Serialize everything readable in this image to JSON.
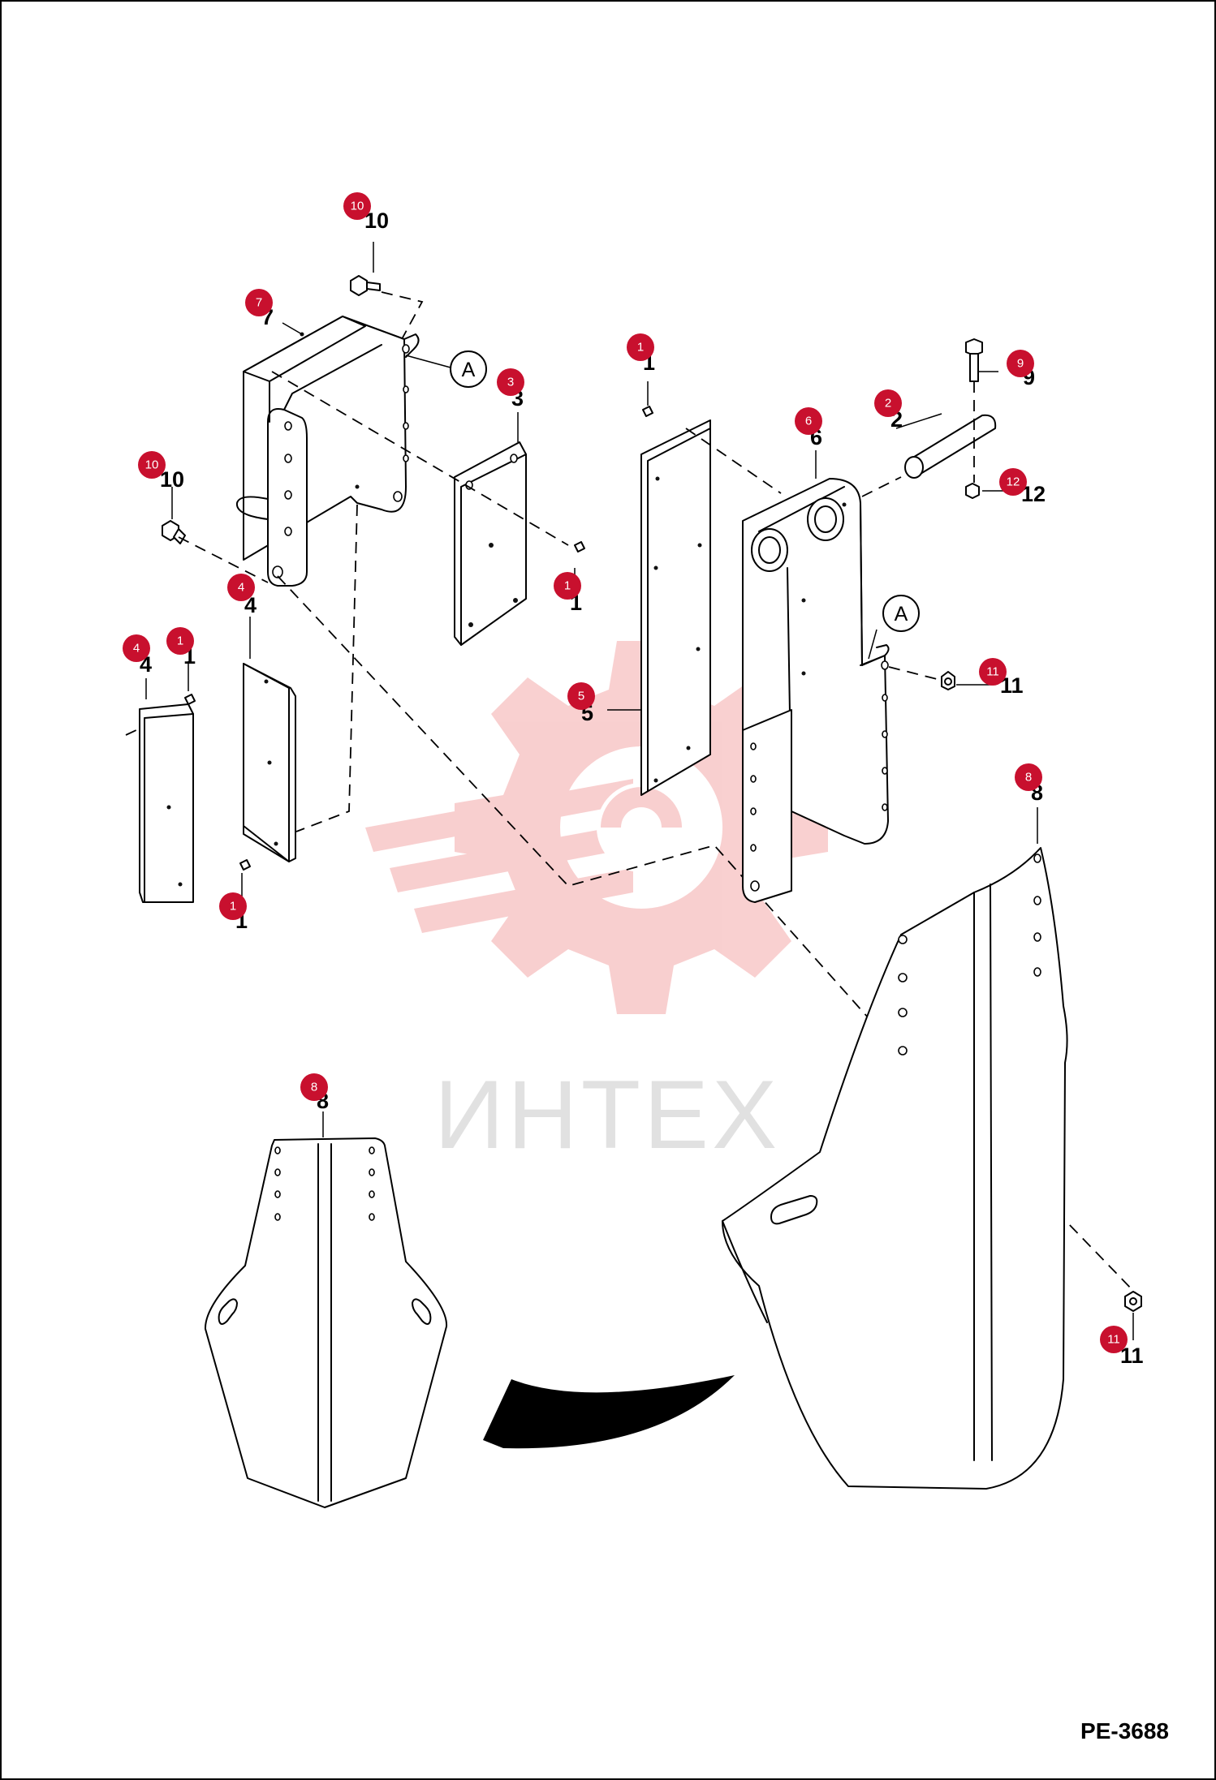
{
  "document": {
    "code": "PE-3688",
    "watermark_text": "ИНТЕХ",
    "border_color": "#000000",
    "badge_color": "#c8102e",
    "watermark_color": "#f7c7c7"
  },
  "callouts": [
    {
      "id": "c10a",
      "number": "10",
      "badge": "10"
    },
    {
      "id": "c7",
      "number": "7",
      "badge": "7"
    },
    {
      "id": "c3",
      "number": "3",
      "badge": "3"
    },
    {
      "id": "c10b",
      "number": "10",
      "badge": "10"
    },
    {
      "id": "c1a",
      "number": "1",
      "badge": "1"
    },
    {
      "id": "c4a",
      "number": "4",
      "badge": "4"
    },
    {
      "id": "c4b",
      "number": "4",
      "badge": "4"
    },
    {
      "id": "c1b",
      "number": "1",
      "badge": "1"
    },
    {
      "id": "c1c",
      "number": "1",
      "badge": "1"
    },
    {
      "id": "c1d",
      "number": "1",
      "badge": "1"
    },
    {
      "id": "c6",
      "number": "6",
      "badge": "6"
    },
    {
      "id": "c2",
      "number": "2",
      "badge": "2"
    },
    {
      "id": "c9",
      "number": "9",
      "badge": "9"
    },
    {
      "id": "c12",
      "number": "12",
      "badge": "12"
    },
    {
      "id": "c11a",
      "number": "11",
      "badge": "11"
    },
    {
      "id": "c5",
      "number": "5",
      "badge": "5"
    },
    {
      "id": "c8a",
      "number": "8",
      "badge": "8"
    },
    {
      "id": "c8b",
      "number": "8",
      "badge": "8"
    },
    {
      "id": "c11b",
      "number": "11",
      "badge": "11"
    }
  ],
  "reference_markers": [
    {
      "id": "refA1",
      "label": "A"
    },
    {
      "id": "refA2",
      "label": "A"
    }
  ]
}
